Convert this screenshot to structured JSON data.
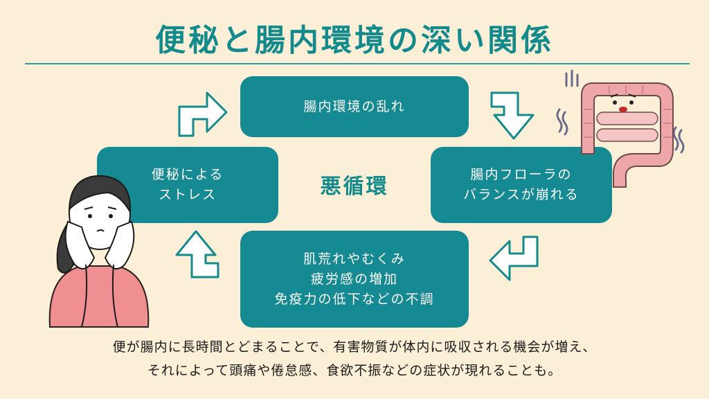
{
  "title": "便秘と腸内環境の深い関係",
  "center_label": "悪循環",
  "boxes": {
    "top": {
      "line1": "腸内環境の乱れ"
    },
    "right": {
      "line1": "腸内フローラの",
      "line2": "バランスが崩れる"
    },
    "bottom": {
      "line1": "肌荒れやむくみ",
      "line2": "疲労感の増加",
      "line3": "免疫力の低下などの不調"
    },
    "left": {
      "line1": "便秘による",
      "line2": "ストレス"
    }
  },
  "caption": {
    "line1": "便が腸内に長時間とどまることで、有害物質が体内に吸収される機会が増え、",
    "line2": "それによって頭痛や倦怠感、食欲不振などの症状が現れることも。"
  },
  "colors": {
    "background": "#fbf0d7",
    "accent": "#168a92",
    "title": "#138a8c",
    "intestine": "#eea6a8",
    "shirt": "#f08f92"
  },
  "icons": [
    "arrow-up-right-icon",
    "arrow-down-icon",
    "arrow-left-icon",
    "arrow-up-icon",
    "intestine-illustration",
    "worried-woman-illustration"
  ]
}
